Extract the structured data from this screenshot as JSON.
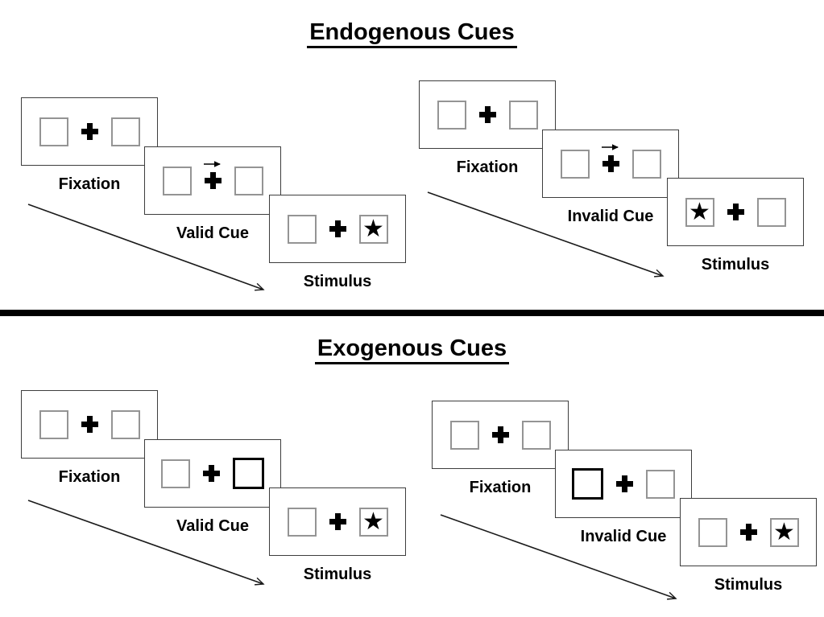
{
  "figure": {
    "description": "Posner spatial cueing task diagram"
  },
  "colors": {
    "background": "#ffffff",
    "ink": "#000000",
    "panel_border": "#3d3d3d",
    "placeholder_box_border": "#949494"
  },
  "icons": {
    "star": "★",
    "fixation_cross": "plus-cross",
    "cue_arrow_direction": "right"
  },
  "sections": [
    {
      "id": "endogenous",
      "title": "Endogenous Cues",
      "trials": [
        {
          "id": "valid",
          "panels": [
            {
              "label": "Fixation",
              "cue": "none",
              "star": "none"
            },
            {
              "label": "Valid Cue",
              "cue": "arrow-right",
              "star": "none"
            },
            {
              "label": "Stimulus",
              "cue": "none",
              "star": "right"
            }
          ]
        },
        {
          "id": "invalid",
          "panels": [
            {
              "label": "Fixation",
              "cue": "none",
              "star": "none"
            },
            {
              "label": "Invalid Cue",
              "cue": "arrow-right",
              "star": "none"
            },
            {
              "label": "Stimulus",
              "cue": "none",
              "star": "left"
            }
          ]
        }
      ]
    },
    {
      "id": "exogenous",
      "title": "Exogenous Cues",
      "trials": [
        {
          "id": "valid",
          "panels": [
            {
              "label": "Fixation",
              "cue": "none",
              "star": "none"
            },
            {
              "label": "Valid Cue",
              "cue": "bold-right",
              "star": "none"
            },
            {
              "label": "Stimulus",
              "cue": "none",
              "star": "right"
            }
          ]
        },
        {
          "id": "invalid",
          "panels": [
            {
              "label": "Fixation",
              "cue": "none",
              "star": "none"
            },
            {
              "label": "Invalid Cue",
              "cue": "bold-left",
              "star": "none"
            },
            {
              "label": "Stimulus",
              "cue": "none",
              "star": "right"
            }
          ]
        }
      ]
    }
  ]
}
